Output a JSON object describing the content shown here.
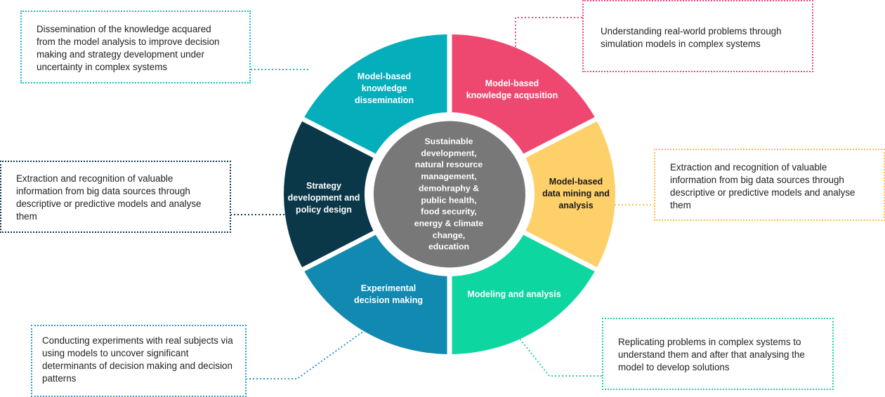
{
  "center": {
    "lines": [
      "Sustainable",
      "development,",
      "natural resource",
      "management,",
      "demohraphy &",
      "public health,",
      "food security,",
      "energy & climate",
      "change,",
      "education"
    ],
    "color": "#787878"
  },
  "segments": [
    {
      "id": "acquisition",
      "lines": [
        "Model-based",
        "knowledge acqusition"
      ],
      "color": "#EF4870",
      "text_color": "#ffffff"
    },
    {
      "id": "data-mining",
      "lines": [
        "Model-based",
        "data mining and",
        "analysis"
      ],
      "color": "#FDD06A",
      "text_color": "#1a1a1a"
    },
    {
      "id": "modeling",
      "lines": [
        "Modeling and analysis"
      ],
      "color": "#0DD6A0",
      "text_color": "#ffffff"
    },
    {
      "id": "experimental",
      "lines": [
        "Experimental",
        "decision making"
      ],
      "color": "#1189B1",
      "text_color": "#ffffff"
    },
    {
      "id": "strategy",
      "lines": [
        "Strategy",
        "development and",
        "policy design"
      ],
      "color": "#0A3848",
      "text_color": "#ffffff"
    },
    {
      "id": "dissemination",
      "lines": [
        "Model-based",
        "knowledge",
        "dissemination"
      ],
      "color": "#04AEBA",
      "text_color": "#ffffff"
    }
  ],
  "descriptions": {
    "dissemination": {
      "lines": [
        "Dissemination of the knowledge acquared",
        "from the model analysis to improve decision",
        "making and strategy development under",
        "uncertainty in complex systems"
      ],
      "color": "#1ABACA"
    },
    "acquisition": {
      "lines": [
        "Understanding real-world problems through",
        "simulation models in complex systems"
      ],
      "color": "#EC4B7A"
    },
    "strategy": {
      "lines": [
        "Extraction and recognition of valuable",
        "information from big data sources through",
        "descriptive or predictive models and analyse",
        "them"
      ],
      "color": "#0E3A4E"
    },
    "data_mining": {
      "lines": [
        "Extraction and recognition of valuable",
        "information from big data sources through",
        "descriptive or predictive models and analyse",
        "them"
      ],
      "color": "#F9C04A"
    },
    "experimental": {
      "lines": [
        "Conducting experiments with real subjects via",
        "using models to uncover significant",
        "determinants of decision making and decision",
        "patterns"
      ],
      "color": "#2B9AC8"
    },
    "modeling": {
      "lines": [
        "Replicating problems in complex systems to",
        "understand them and after that analysing the",
        "model to develop solutions"
      ],
      "color": "#1DD3A3"
    }
  }
}
